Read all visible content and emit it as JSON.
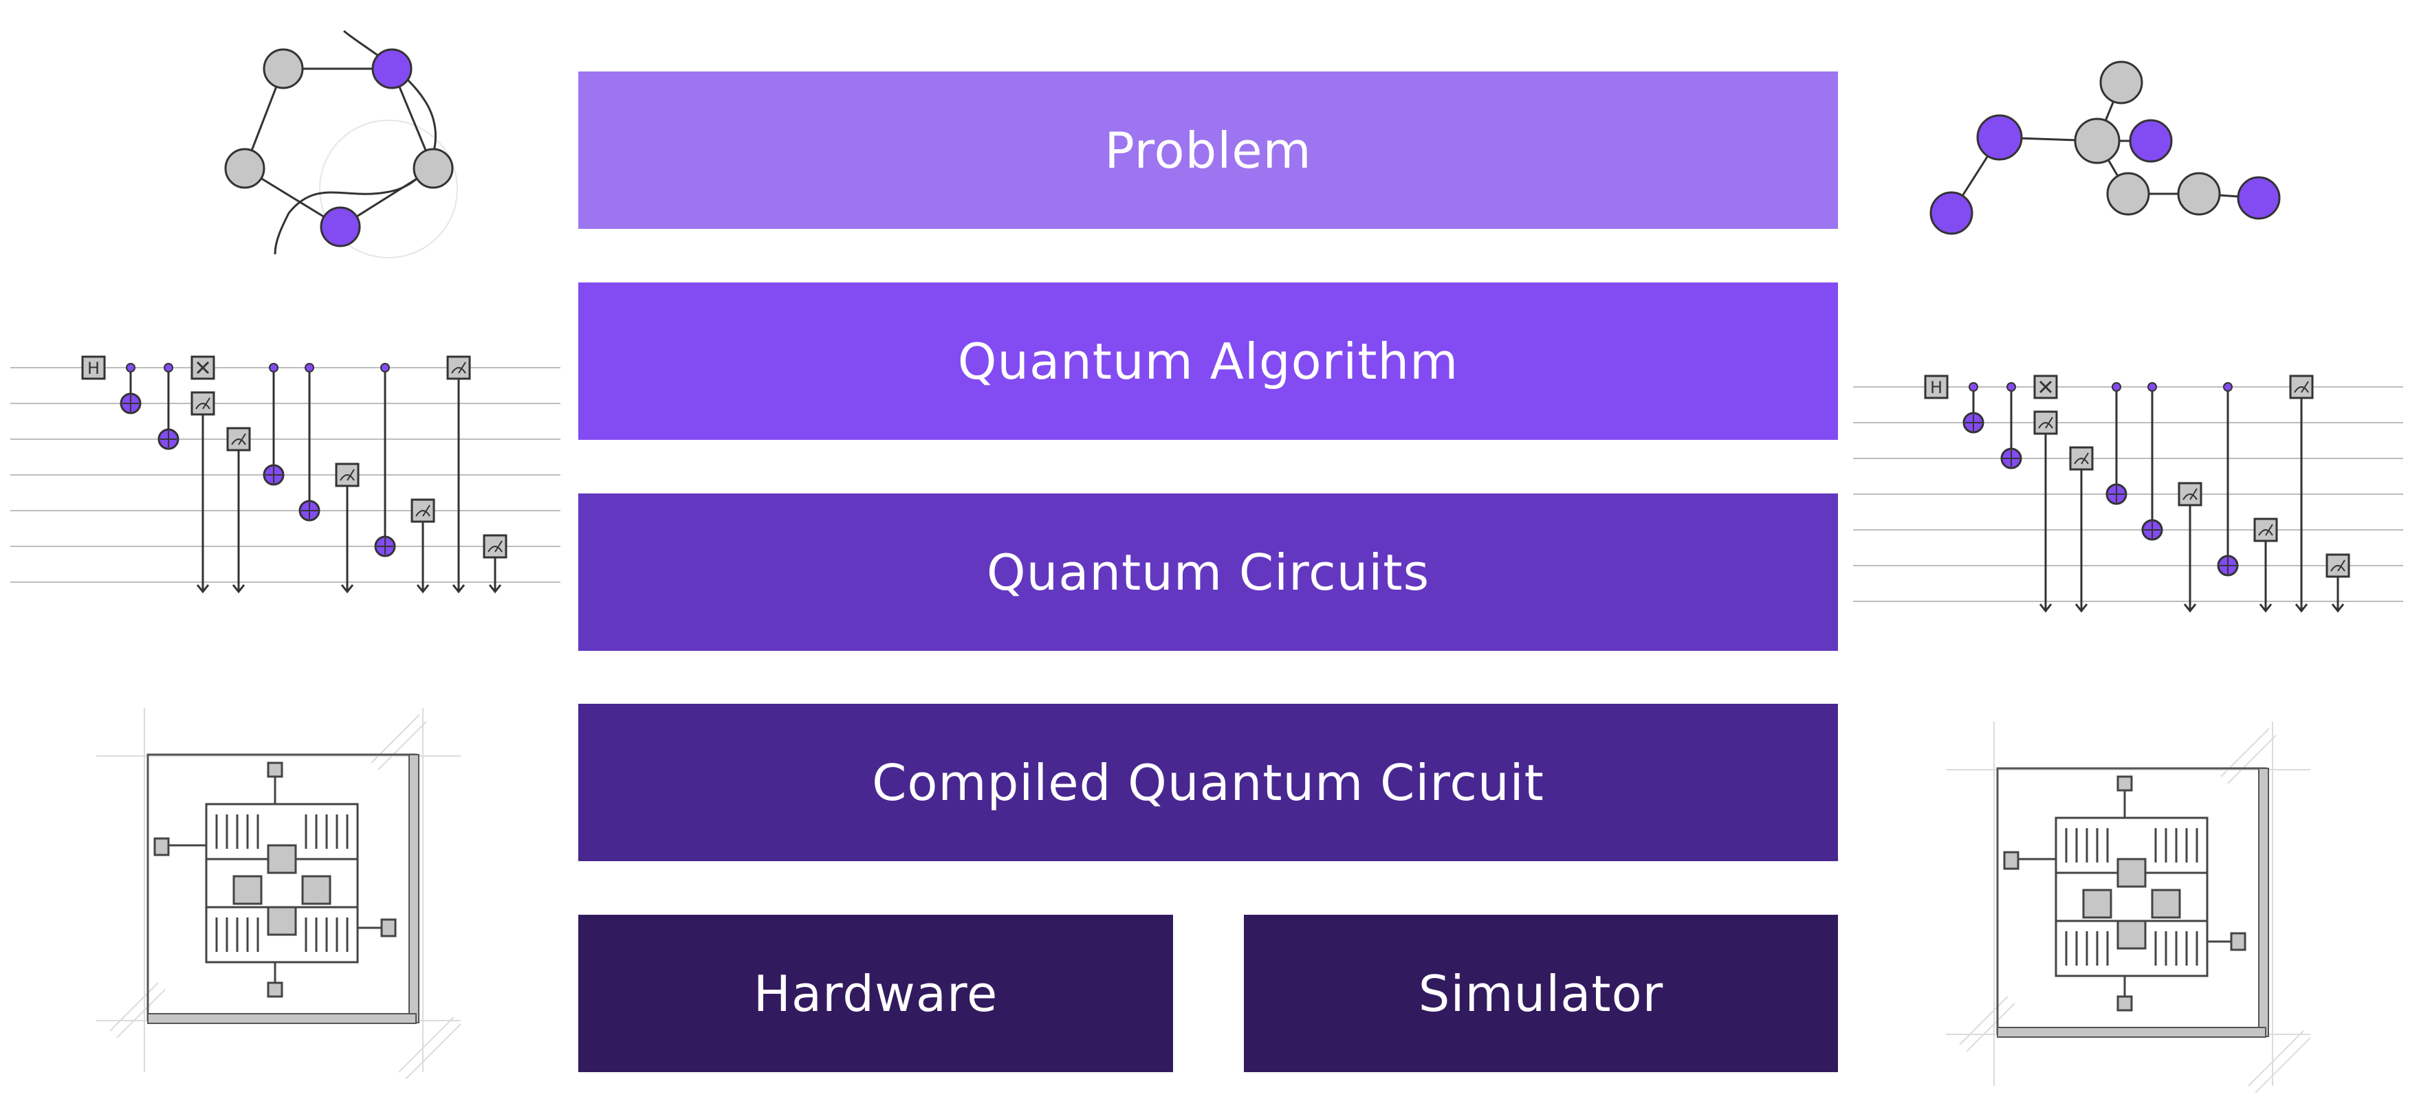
{
  "stack": {
    "problem": {
      "label": "Problem",
      "color": "#9D75F0"
    },
    "algorithm": {
      "label": "Quantum Algorithm",
      "color": "#834BF2"
    },
    "circuits": {
      "label": "Quantum Circuits",
      "color": "#6437C0"
    },
    "compiled": {
      "label": "Compiled Quantum Circuit",
      "color": "#482790"
    },
    "hardware": {
      "label": "Hardware",
      "color": "#321A5E"
    },
    "simulator": {
      "label": "Simulator",
      "color": "#321A5E"
    }
  },
  "illustrations": {
    "graph_colors": {
      "node_gray": "#C6C6C6",
      "node_purple": "#834BF2",
      "stroke": "#333333"
    },
    "circuit_gate_label": "H",
    "chip_color": "#8f8f8f"
  }
}
